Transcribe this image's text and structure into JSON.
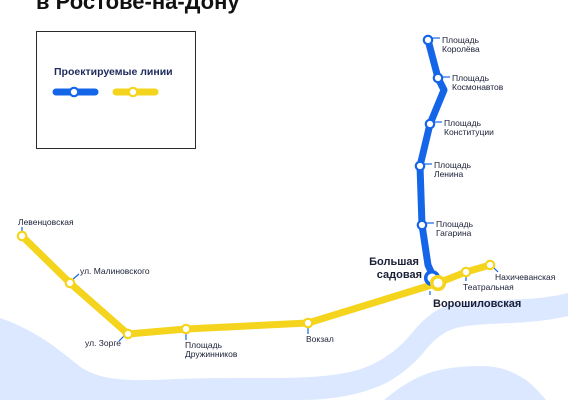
{
  "header": {
    "title": "в Ростове-на-Дону"
  },
  "legend": {
    "title": "Проектируемые линии",
    "blue_color": "#1565e8",
    "yellow_color": "#f5d41e"
  },
  "colors": {
    "river": "#dbe8ff",
    "blue_line": "#1565e8",
    "yellow_line": "#f5d41e",
    "station_fill": "#ffffff",
    "tick": "#1565e8"
  },
  "map": {
    "blue_stations": [
      {
        "id": "koroleva",
        "lines": [
          "Площадь",
          "Королёва"
        ]
      },
      {
        "id": "kosmonavtov",
        "lines": [
          "Площадь",
          "Космонавтов"
        ]
      },
      {
        "id": "konstitucii",
        "lines": [
          "Площадь",
          "Конституции"
        ]
      },
      {
        "id": "lenina",
        "lines": [
          "Площадь",
          "Ленина"
        ]
      },
      {
        "id": "gagarina",
        "lines": [
          "Площадь",
          "Гагарина"
        ]
      }
    ],
    "yellow_stations": [
      {
        "id": "levencovskaya",
        "lines": [
          "Левенцовская"
        ]
      },
      {
        "id": "malinovskogo",
        "lines": [
          "ул. Малиновского"
        ]
      },
      {
        "id": "zorge",
        "lines": [
          "ул. Зорге"
        ]
      },
      {
        "id": "druzhinnikov",
        "lines": [
          "Площадь",
          "Дружинников"
        ]
      },
      {
        "id": "vokzal",
        "lines": [
          "Вокзал"
        ]
      },
      {
        "id": "teatralnaya",
        "lines": [
          "Театральная"
        ]
      },
      {
        "id": "nakhichevanskaya",
        "lines": [
          "Нахичеванская"
        ]
      }
    ],
    "transfer": {
      "blue_name": [
        "Большая",
        "садовая"
      ],
      "yellow_name": "Ворошиловская"
    }
  }
}
